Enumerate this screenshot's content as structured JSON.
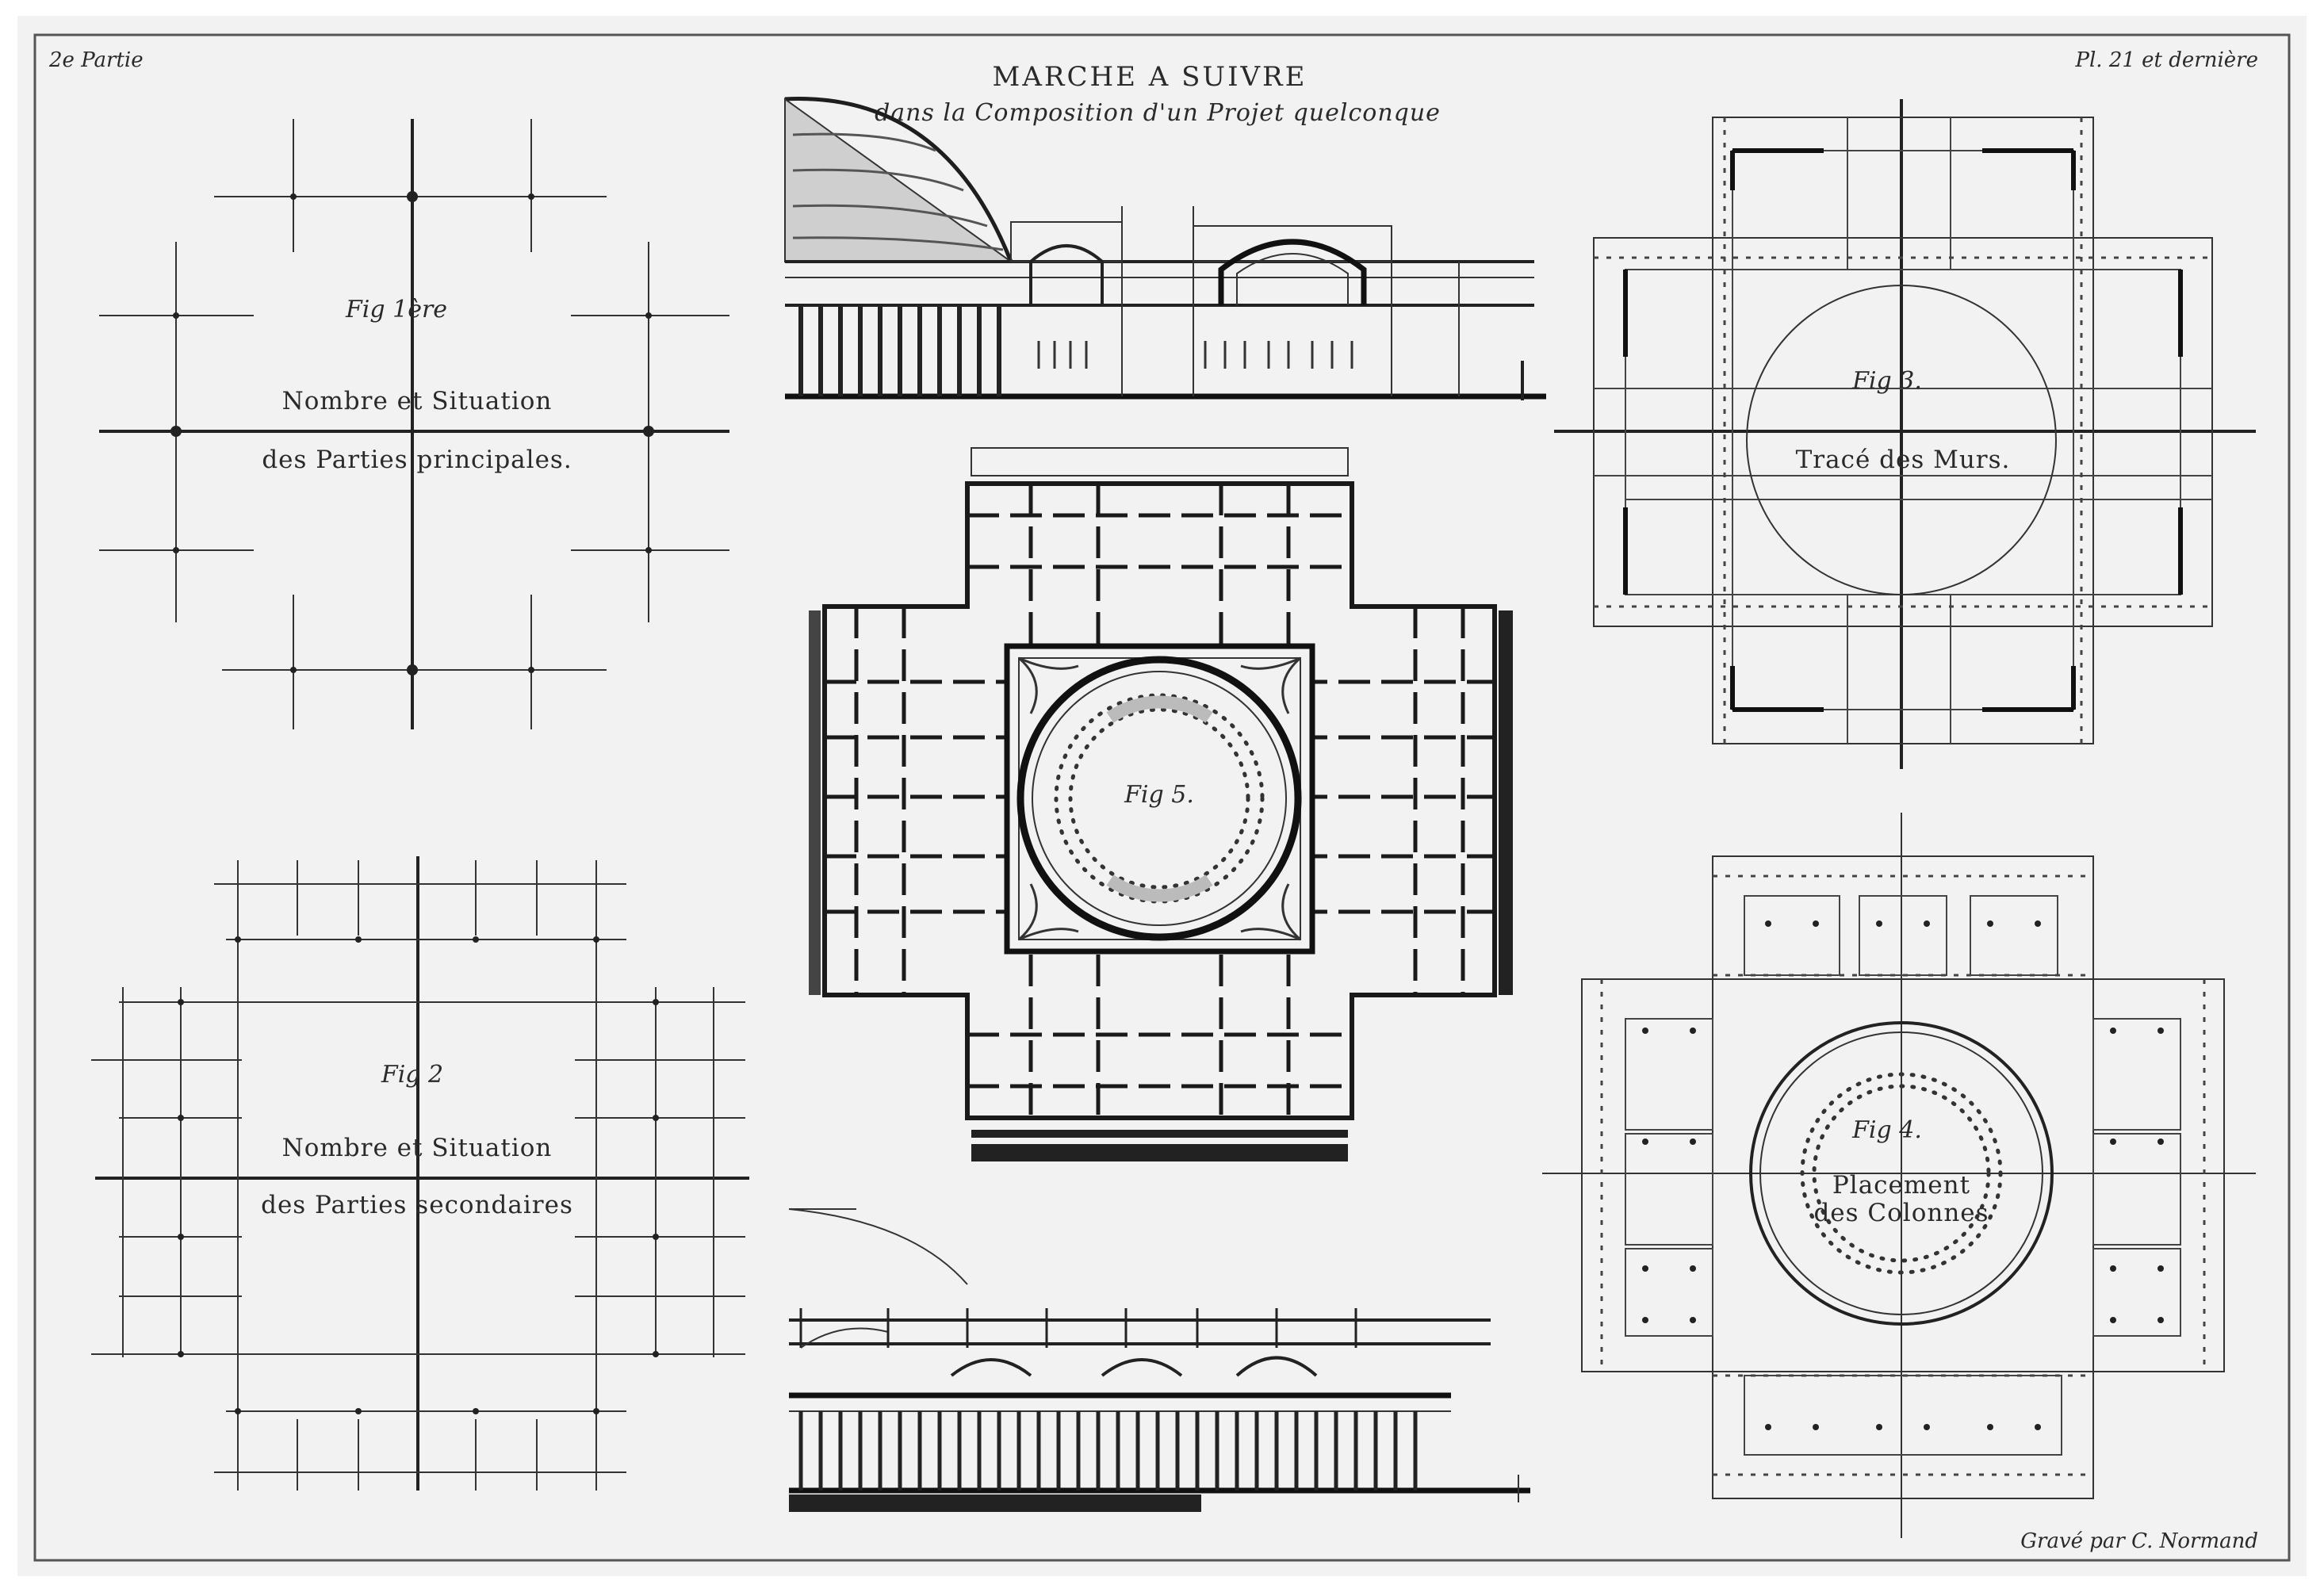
{
  "header": {
    "left": "2e Partie",
    "right": "Pl. 21 et dernière",
    "title": "MARCHE A SUIVRE",
    "subtitle": "dans la Composition d'un Projet quelconque"
  },
  "figures": {
    "fig1": {
      "label": "Fig 1ère",
      "caption_line1": "Nombre et Situation",
      "caption_line2": "des Parties principales."
    },
    "fig2": {
      "label": "Fig 2",
      "caption_line1": "Nombre et Situation",
      "caption_line2": "des Parties secondaires"
    },
    "fig3": {
      "label": "Fig 3.",
      "caption": "Tracé des Murs."
    },
    "fig4": {
      "label": "Fig 4.",
      "caption_line1": "Placement",
      "caption_line2": "des Colonnes"
    },
    "fig5": {
      "label": "Fig 5."
    }
  },
  "footer": {
    "engraver": "Gravé par C. Normand"
  },
  "style": {
    "ink": "#1e1e1e",
    "paper": "#f2f2f2",
    "frame": "#555555"
  }
}
